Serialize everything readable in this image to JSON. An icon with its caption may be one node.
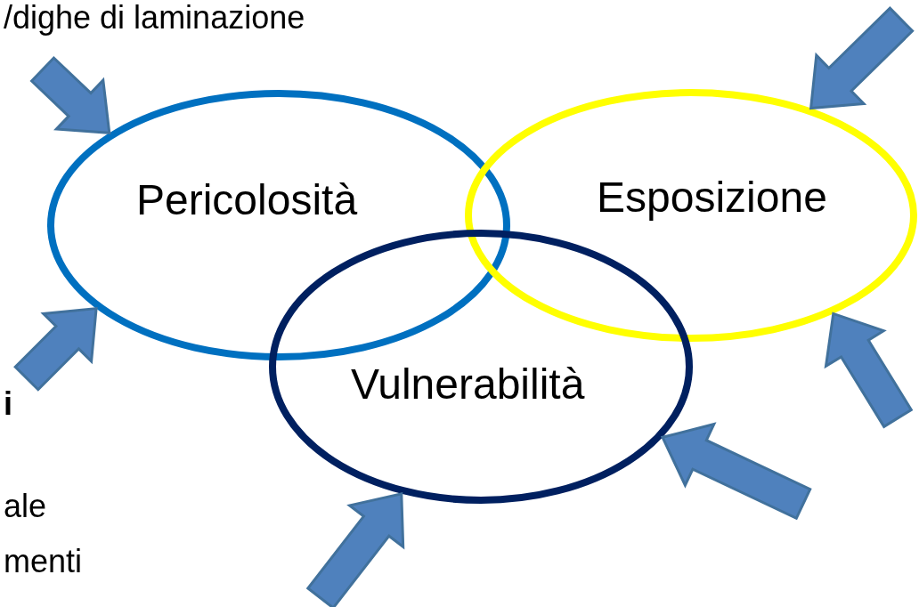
{
  "diagram": {
    "nodes": [
      {
        "text": [
          "Pericolosità"
        ]
      },
      {
        "text": [
          "Esposizione"
        ]
      },
      {
        "text": [
          "Vulnerabilità"
        ]
      }
    ],
    "edges": [
      {
        "from": null,
        "to": 0,
        "arrow": "to",
        "style": "thick"
      },
      {
        "from": null,
        "to": 0,
        "arrow": "to",
        "style": "thick"
      },
      {
        "from": null,
        "to": 1,
        "arrow": "to",
        "style": "thick"
      },
      {
        "from": null,
        "to": 1,
        "arrow": "to",
        "style": "thick"
      },
      {
        "from": null,
        "to": 2,
        "arrow": "to",
        "style": "thick"
      },
      {
        "from": null,
        "to": 2,
        "arrow": "to",
        "style": "thick"
      }
    ],
    "labels": [
      "/dighe di laminazione",
      "i",
      "ale",
      "menti"
    ]
  }
}
